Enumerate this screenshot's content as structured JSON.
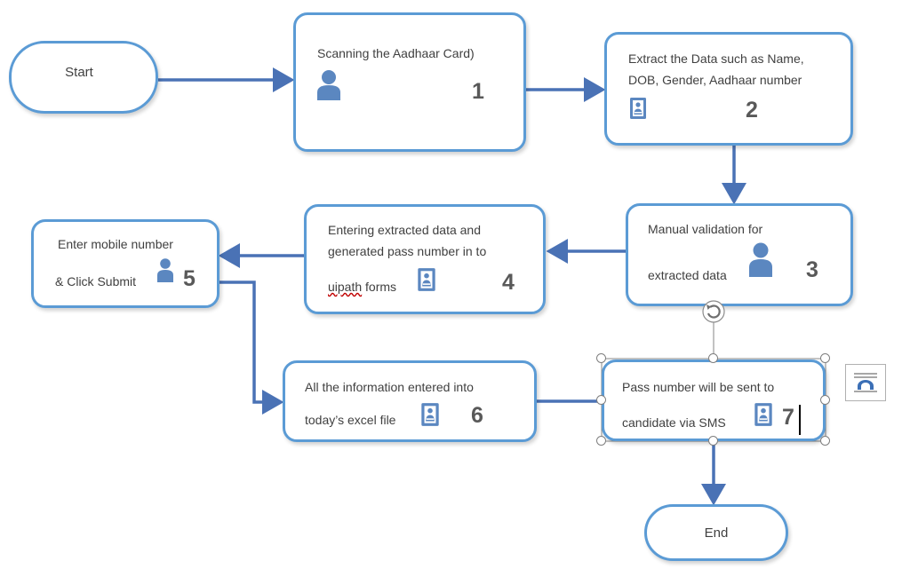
{
  "nodes": {
    "start": {
      "label": "Start"
    },
    "end": {
      "label": "End"
    },
    "step1": {
      "lines": [
        "Scanning the Aadhaar Card)"
      ],
      "number": "1"
    },
    "step2": {
      "lines": [
        "Extract the Data such as Name,",
        "DOB, Gender, Aadhaar number"
      ],
      "number": "2"
    },
    "step3": {
      "lines": [
        "Manual validation for",
        "extracted data"
      ],
      "number": "3"
    },
    "step4": {
      "lines": [
        "Entering extracted data and",
        "generated pass number in to"
      ],
      "last_word": "uipath",
      "last_rest": " forms",
      "number": "4"
    },
    "step5": {
      "lines": [
        "Enter mobile number",
        "& Click Submit"
      ],
      "number": "5"
    },
    "step6": {
      "lines": [
        "All the information entered into",
        "today’s excel file"
      ],
      "number": "6"
    },
    "step7": {
      "lines": [
        "Pass number will be sent to",
        "candidate via SMS"
      ],
      "number": "7"
    }
  },
  "colors": {
    "node_border": "#5b9bd5",
    "connector": "#4a72b5",
    "text": "#404040",
    "number": "#595959",
    "person_icon": "#5b87c0"
  }
}
